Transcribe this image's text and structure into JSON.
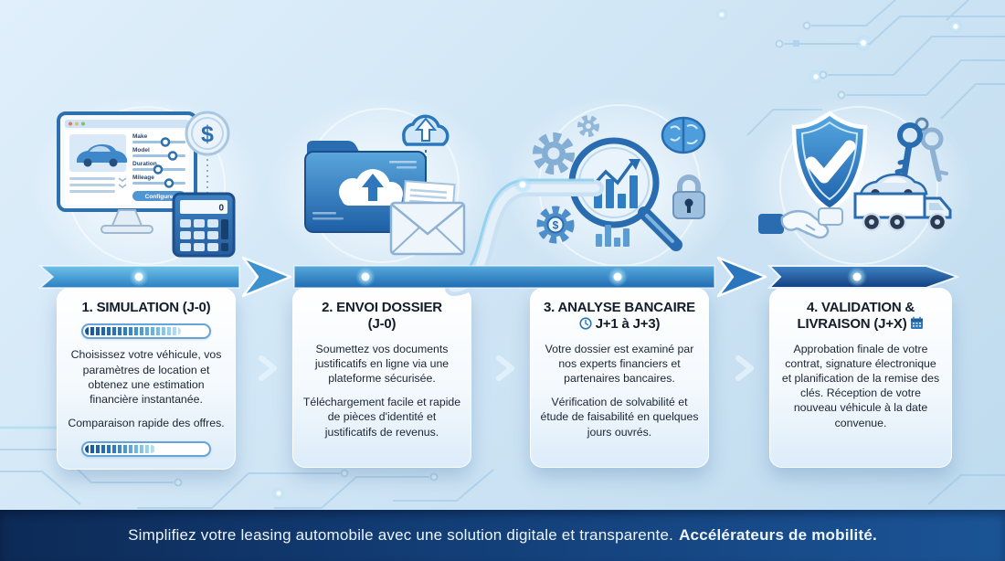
{
  "steps": [
    {
      "title_line1": "1. SIMULATION (J-0)",
      "title_line2": "",
      "body_paragraph1": "Choisissez votre véhicule, vos paramètres de location et obtenez une estimation financière instantanée.",
      "body_paragraph2": "Comparaison rapide des offres.",
      "progress_top_pct": "76%",
      "progress_bottom_pct": "56%",
      "icon": {
        "name": "car-configurator-monitor-calculator",
        "slider_labels": [
          "Make",
          "Model",
          "Duration",
          "Mileage"
        ],
        "button_label": "Configure",
        "calculator_display": "0",
        "coin_symbol": "$"
      }
    },
    {
      "title_line1": "2. ENVOI DOSSIER",
      "title_line2": "(J-0)",
      "body_paragraph1": "Soumettez vos documents justificatifs en ligne via une plateforme sécurisée.",
      "body_paragraph2": "Téléchargement facile et rapide de pièces d'identité et justificatifs de revenus.",
      "icon": {
        "name": "folder-cloud-upload-envelope"
      }
    },
    {
      "title_line1": "3. ANALYSE BANCAIRE",
      "title_line2": "J+1 à J+3)",
      "body_paragraph1": "Votre dossier est examiné par nos experts financiers et partenaires bancaires.",
      "body_paragraph2": "Vérification de solvabilité et étude de faisabilité en quelques jours ouvrés.",
      "icon": {
        "name": "magnifier-chart-gears-brain-lock",
        "coin_symbol": "$"
      }
    },
    {
      "title_line1": "4. VALIDATION &",
      "title_line2": "LIVRAISON (J+X)",
      "body_paragraph1": "Approbation finale de votre contrat, signature électronique et planification de la remise des clés. Réception de votre nouveau véhicule à la date convenue.",
      "body_paragraph2": "",
      "icon": {
        "name": "shield-check-handshake-keys-truck"
      }
    }
  ],
  "footer": {
    "message": "Simplifiez votre leasing automobile avec une solution digitale et transparente.",
    "brand": "Accélérateurs de mobilité."
  },
  "colors": {
    "accent_dark": "#123f80",
    "accent_mid": "#2a76bd",
    "accent_light": "#7cc0e8",
    "footer_navy": "#123c74"
  }
}
